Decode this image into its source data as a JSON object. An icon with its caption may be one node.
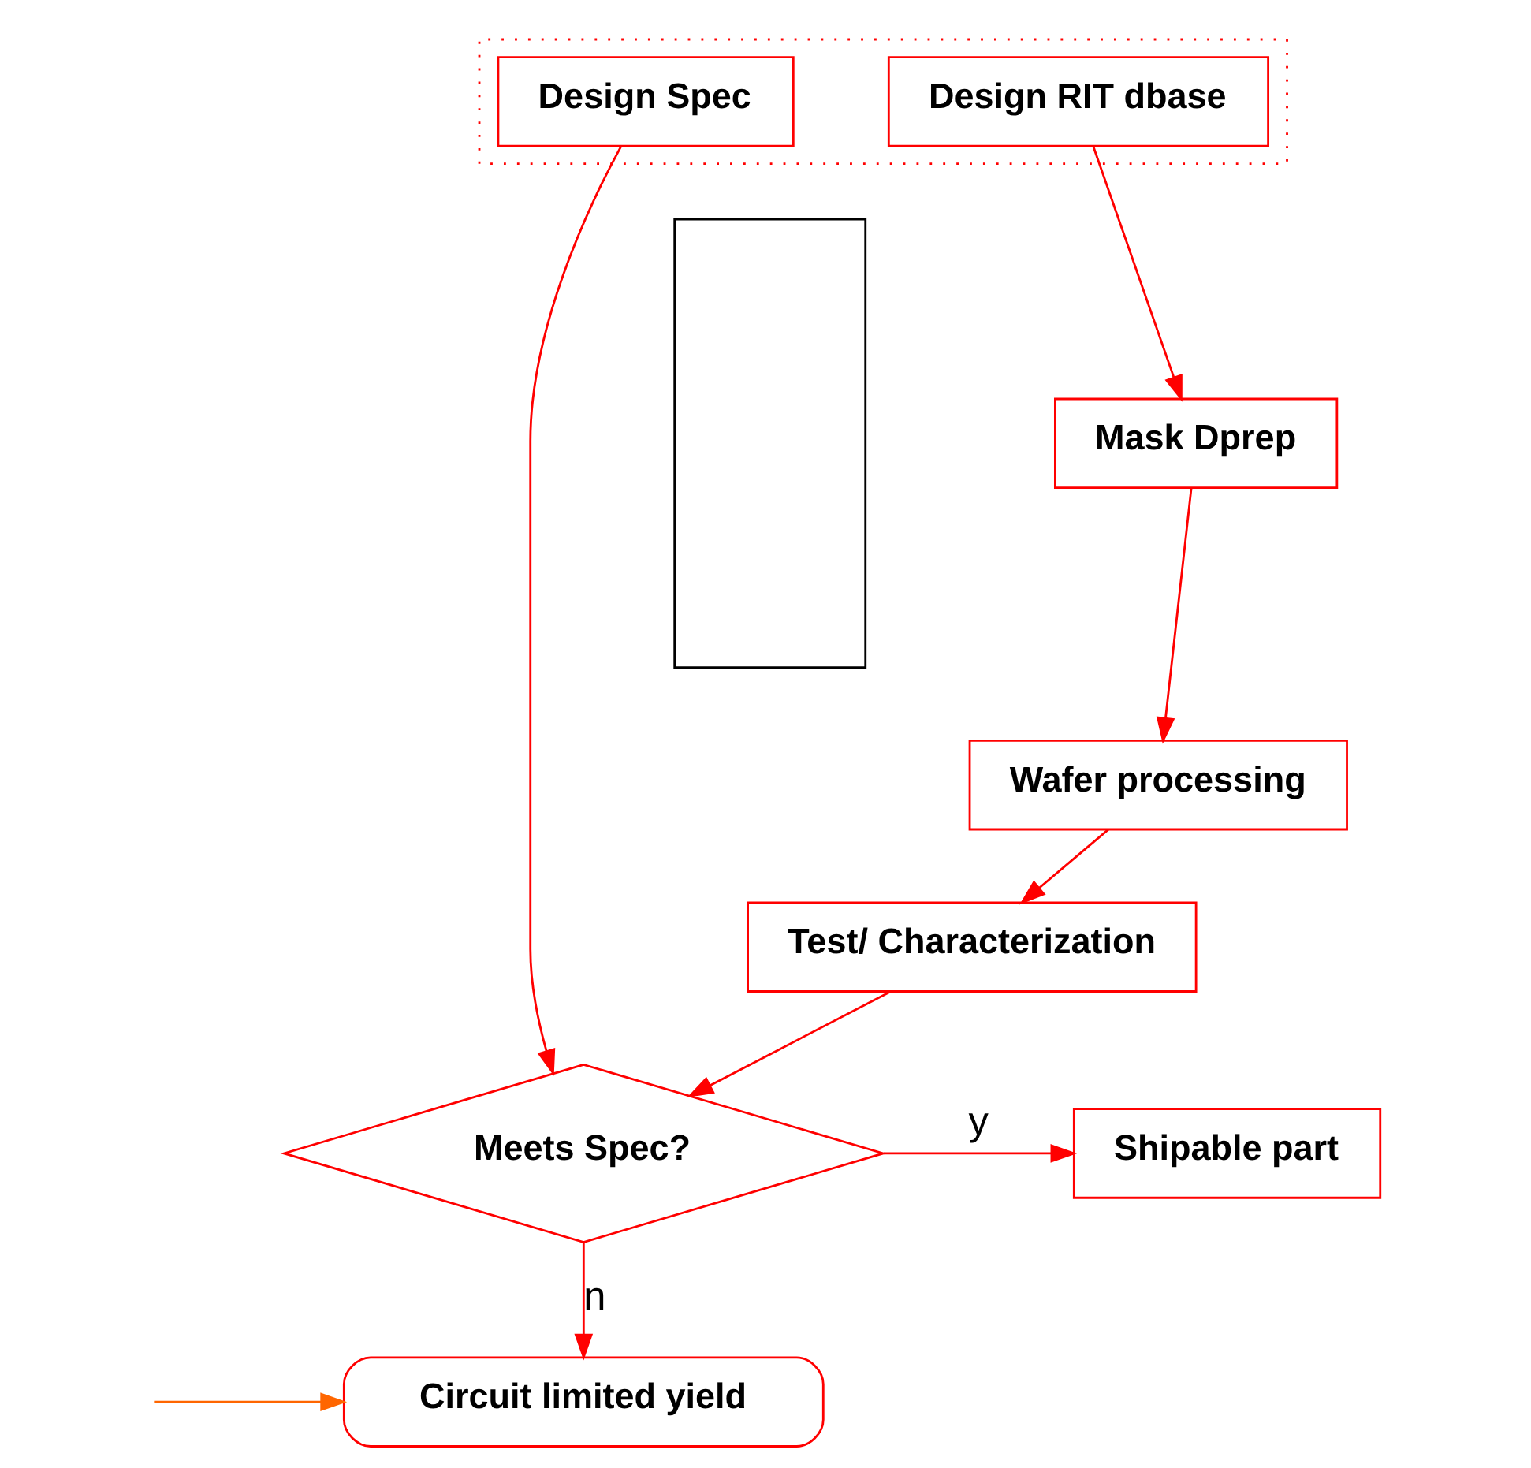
{
  "diagram": {
    "nodes": [
      {
        "text": [],
        "shape": "box"
      },
      {
        "text": [
          "Design Spec"
        ],
        "in": 0
      },
      {
        "text": [
          "Design RIT dbase"
        ],
        "in": 0
      },
      {
        "text": [
          "Mask Dprep"
        ]
      },
      {
        "text": [],
        "shape": "box"
      },
      {
        "text": [
          "Wafer processing"
        ]
      },
      {
        "text": [
          "Test/ Characterization"
        ]
      },
      {
        "text": [
          "Meets Spec?"
        ]
      },
      {
        "text": [
          "Shipable part"
        ]
      },
      {
        "text": [
          "Circuit limited yield"
        ]
      }
    ],
    "edges": [
      {
        "from": 2,
        "to": 3,
        "arrow": "to"
      },
      {
        "from": 3,
        "to": 5,
        "arrow": "to"
      },
      {
        "from": 5,
        "to": 6,
        "arrow": "to"
      },
      {
        "from": 6,
        "to": 7,
        "arrow": "to"
      },
      {
        "from": 1,
        "to": 7,
        "arrow": "to"
      },
      {
        "from": 7,
        "to": 8,
        "arrow": "to",
        "label": "y"
      },
      {
        "from": 7,
        "to": 9,
        "arrow": "to",
        "label": "n"
      },
      {
        "from": null,
        "to": 9,
        "arrow": "to",
        "color": "#ff6600"
      }
    ]
  }
}
